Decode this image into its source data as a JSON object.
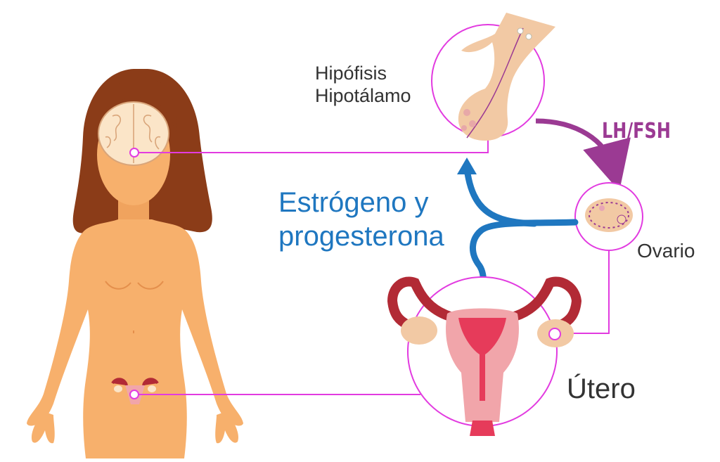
{
  "labels": {
    "pituitary_line1": "Hipófisis",
    "pituitary_line2": "Hipotálamo",
    "gonadotropins": "LH/FSH",
    "hormones_line1": "Estrógeno y",
    "hormones_line2": "progesterona",
    "ovary": "Ovario",
    "uterus": "Útero"
  },
  "colors": {
    "skin": "#f7b06c",
    "hair": "#8b3c18",
    "connector": "#e23be0",
    "lh_fsh_arrow": "#9b3a93",
    "hormone_arrow": "#1f77c0",
    "uterus_red": "#b22a35",
    "uterus_pink": "#f1a5aa"
  }
}
